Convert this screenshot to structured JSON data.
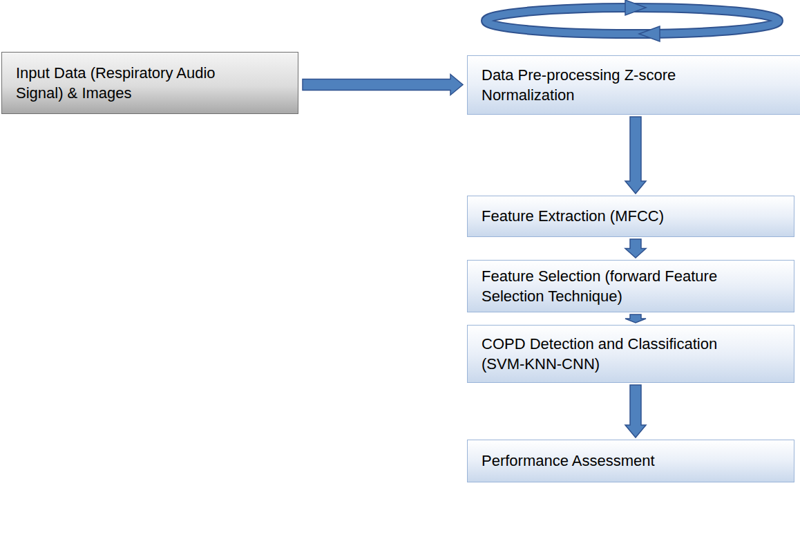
{
  "diagram": {
    "nodes": [
      {
        "text": [
          "Input Data (Respiratory Audio Signal) & Images"
        ]
      },
      {
        "text": [
          "Data Pre-processing Z-score Normalization"
        ]
      },
      {
        "text": [
          "Feature Extraction (MFCC)"
        ]
      },
      {
        "text": [
          "Feature Selection (forward Feature Selection Technique)"
        ]
      },
      {
        "text": [
          "COPD Detection and Classification (SVM-KNN-CNN)"
        ]
      },
      {
        "text": [
          "Performance Assessment"
        ]
      }
    ],
    "edges": [
      {
        "from": 0,
        "to": 1,
        "arrow": "to"
      },
      {
        "from": 1,
        "to": 2,
        "arrow": "to"
      },
      {
        "from": 2,
        "to": 3,
        "arrow": "to"
      },
      {
        "from": 3,
        "to": 4,
        "arrow": "to"
      },
      {
        "from": 4,
        "to": 5,
        "arrow": "to"
      }
    ]
  }
}
